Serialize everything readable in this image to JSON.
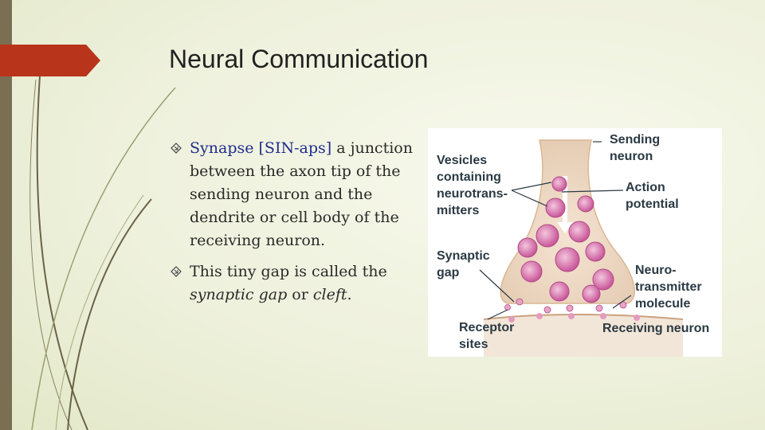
{
  "slide": {
    "title": "Neural Communication"
  },
  "bullets": [
    {
      "term": "Synapse [SIN-aps]",
      "text": " a junction between the axon tip of the sending neuron and the dendrite or cell body of the receiving neuron."
    },
    {
      "text_before": "This tiny gap is called the ",
      "em1": "synaptic gap",
      "text_mid": " or ",
      "em2": "cleft",
      "text_after": "."
    }
  ],
  "diagram": {
    "labels": {
      "sending_neuron": "Sending\nneuron",
      "vesicles": "Vesicles\ncontaining\nneurotrans-\nmitters",
      "action_potential": "Action\npotential",
      "synaptic_gap": "Synaptic\ngap",
      "neurotransmitter": "Neuro-\ntransmitter\nmolecule",
      "receptor_sites": "Receptor\nsites",
      "receiving_neuron": "Receiving neuron"
    }
  },
  "colors": {
    "accent_marker": "#b8341b",
    "left_bar": "#7a6f52",
    "term_color": "#1f2d8a",
    "vesicle": "#c9579a"
  }
}
